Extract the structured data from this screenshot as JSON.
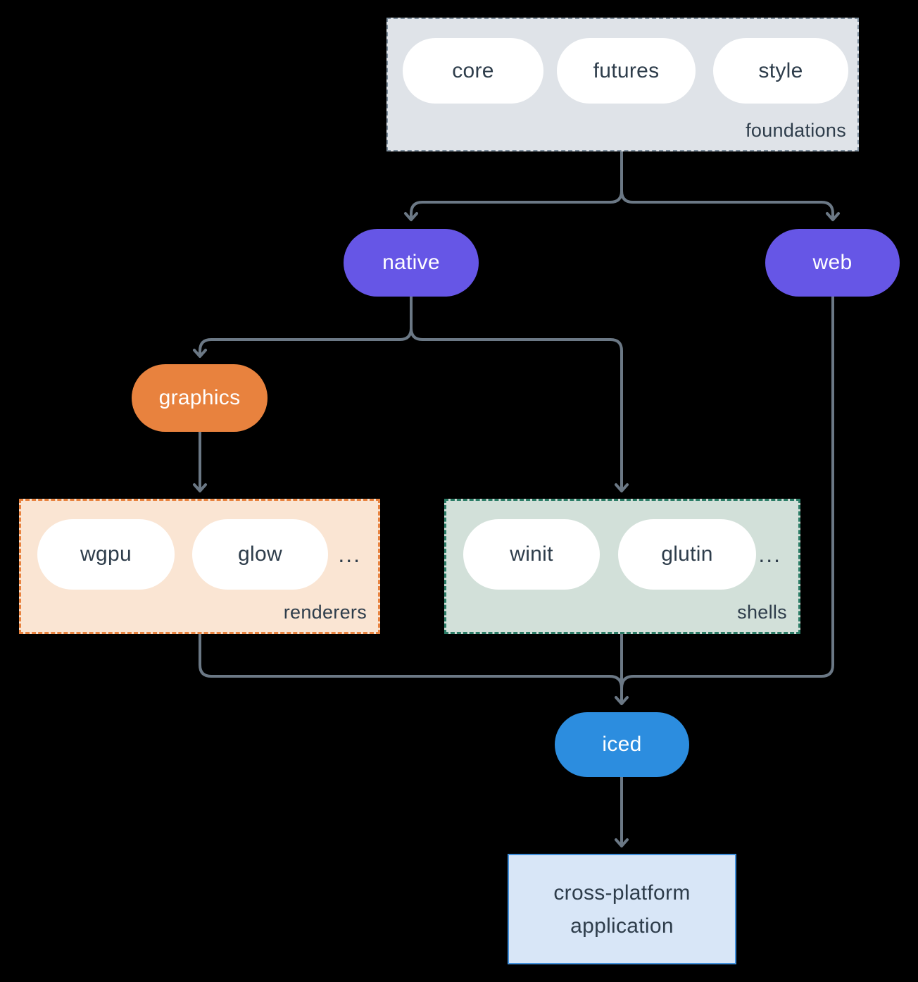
{
  "background_color": "#000000",
  "edge_color": "#6b7885",
  "text_color_dark": "#2e3d4b",
  "groups": {
    "foundations": {
      "label": "foundations",
      "fill": "#dfe3e8",
      "border": "#7d8d9c",
      "pills": [
        "core",
        "futures",
        "style"
      ]
    },
    "renderers": {
      "label": "renderers",
      "fill": "#fae5d3",
      "border": "#e8823e",
      "pills": [
        "wgpu",
        "glow"
      ],
      "ellipsis": "..."
    },
    "shells": {
      "label": "shells",
      "fill": "#d2e0d9",
      "border": "#2b7c66",
      "pills": [
        "winit",
        "glutin"
      ],
      "ellipsis": "..."
    }
  },
  "nodes": {
    "native": {
      "label": "native",
      "fill": "#6656e6"
    },
    "web": {
      "label": "web",
      "fill": "#6656e6"
    },
    "graphics": {
      "label": "graphics",
      "fill": "#e8823e"
    },
    "iced": {
      "label": "iced",
      "fill": "#2c8ddf"
    }
  },
  "app_box": {
    "line1": "cross-platform",
    "line2": "application",
    "fill": "#d8e6f7",
    "border": "#4190dc"
  },
  "edges_semantics": [
    "foundations -> native",
    "foundations -> web",
    "native -> graphics",
    "native -> shells",
    "graphics -> renderers",
    "renderers -> iced",
    "shells -> iced",
    "web -> iced",
    "iced -> cross-platform application"
  ]
}
